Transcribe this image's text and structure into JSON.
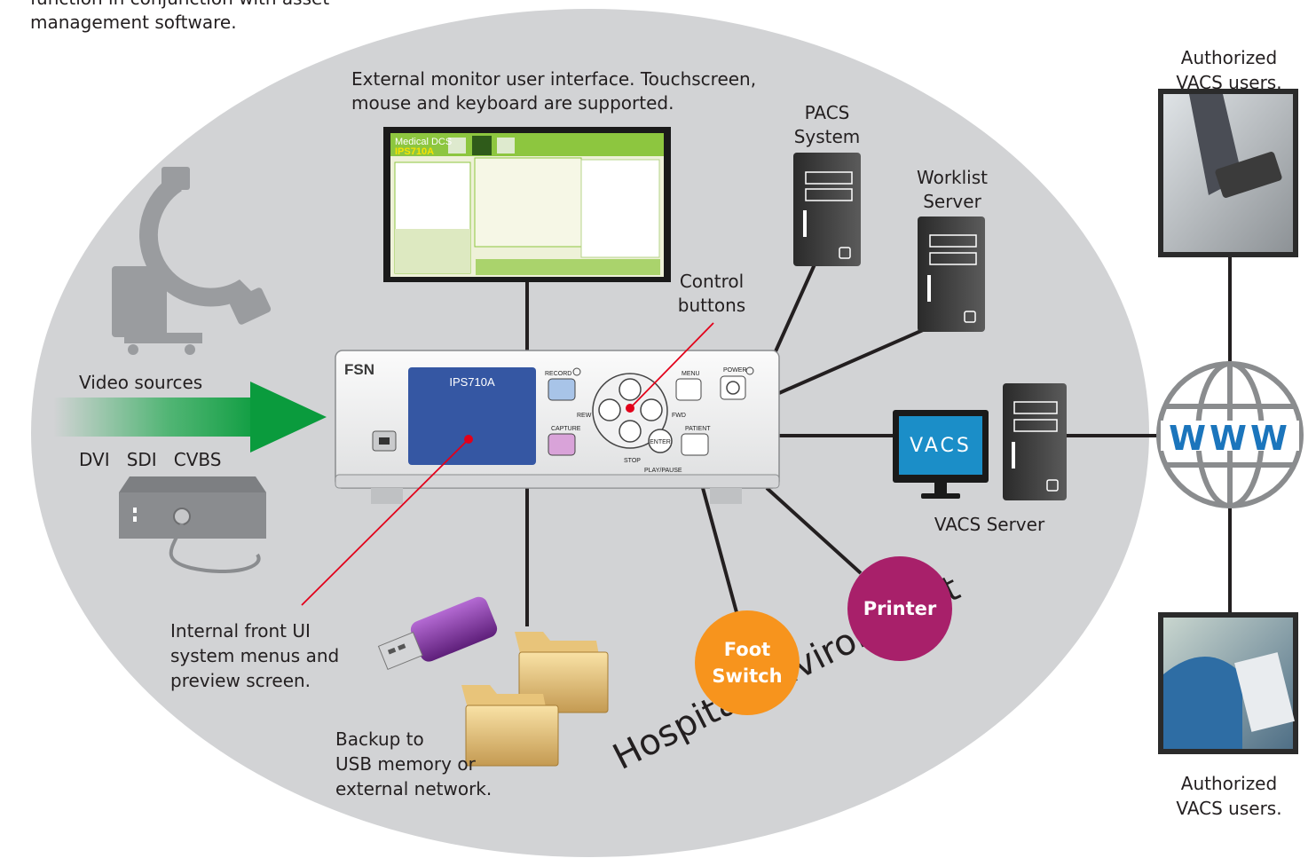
{
  "labels": {
    "top_note_cut": "function in conjunction with asset",
    "top_note": "management software.",
    "ext_monitor_1": "External monitor user interface. Touchscreen,",
    "ext_monitor_2": "mouse and keyboard are supported.",
    "pacs_1": "PACS",
    "pacs_2": "System",
    "worklist_1": "Worklist",
    "worklist_2": "Server",
    "control_1": "Control",
    "control_2": "buttons",
    "video_sources": "Video sources",
    "inputs": "DVI   SDI   CVBS",
    "internal_1": "Internal front UI",
    "internal_2": "system menus and",
    "internal_3": "preview screen.",
    "backup_1": "Backup to",
    "backup_2": "USB memory or",
    "backup_3": "external network.",
    "vacs_server": "VACS Server",
    "auth_top_1": "Authorized",
    "auth_top_2": "VACS users.",
    "auth_bottom_1": "Authorized",
    "auth_bottom_2": "VACS users.",
    "hospital": "Hospital Environment"
  },
  "bubbles": {
    "foot_1": "Foot",
    "foot_2": "Switch",
    "printer": "Printer"
  },
  "device": {
    "brand": "FSN",
    "model": "IPS710A",
    "record": "RECORD",
    "capture": "CAPTURE",
    "menu": "MENU",
    "power": "POWER",
    "patient": "PATIENT",
    "rew": "REW",
    "fwd": "FWD",
    "enter": "ENTER",
    "stop": "STOP",
    "play": "PLAY/PAUSE"
  },
  "monitor": {
    "app_title_1": "Medical DCS",
    "app_title_2": "IPS710A"
  },
  "globe_text": "WWW",
  "vacs_logo": "VACS",
  "colors": {
    "ellipse": "#d2d3d5",
    "arrow": "#1aa84b",
    "foot_switch": "#f7941d",
    "printer": "#a8206a",
    "lcd": "#3557a3",
    "globe_text": "#1b75bc",
    "pointer": "#e2001a"
  }
}
